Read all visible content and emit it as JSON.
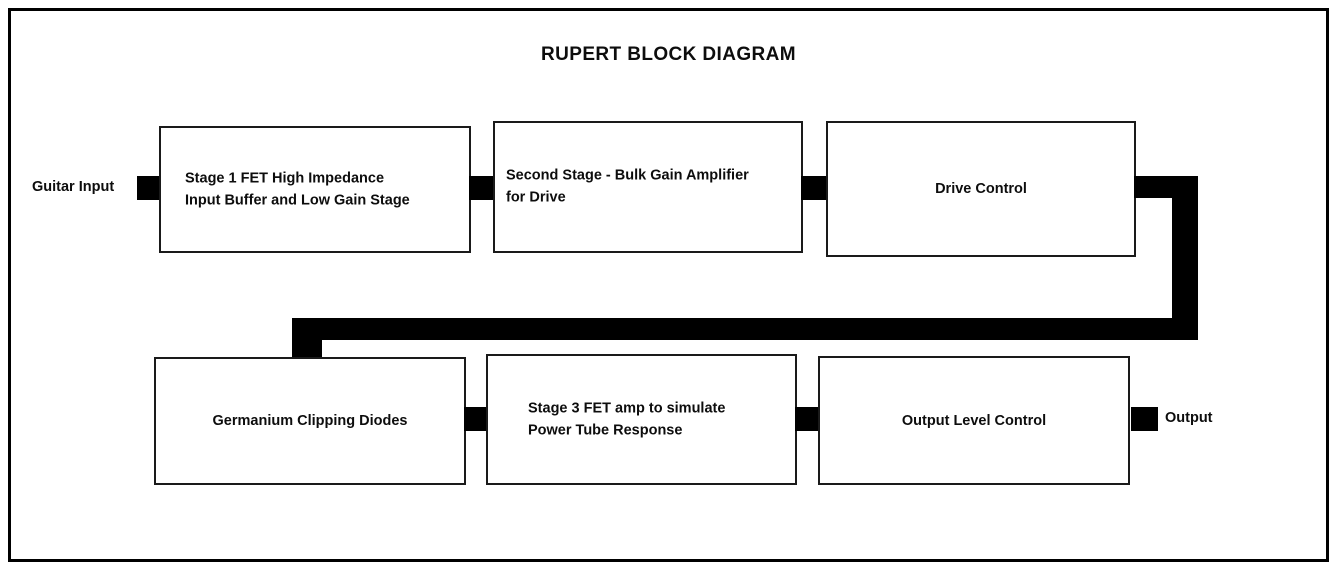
{
  "diagram": {
    "title": "RUPERT BLOCK DIAGRAM",
    "frame_color": "#000000",
    "block_border_color": "#1a1a1a",
    "connector_color": "#000000",
    "background_color": "#ffffff",
    "io": {
      "input_label": "Guitar Input",
      "output_label": "Output"
    },
    "blocks": [
      {
        "id": "stage1",
        "label": "Stage 1 FET High Impedance\nInput Buffer and Low Gain Stage",
        "align": "left"
      },
      {
        "id": "stage2",
        "label": "Second Stage - Bulk Gain Amplifier\nfor Drive",
        "align": "left"
      },
      {
        "id": "drive",
        "label": "Drive Control",
        "align": "center"
      },
      {
        "id": "diodes",
        "label": "Germanium Clipping Diodes",
        "align": "center"
      },
      {
        "id": "stage3",
        "label": "Stage 3 FET amp to simulate\nPower Tube Response",
        "align": "left"
      },
      {
        "id": "output",
        "label": "Output Level Control",
        "align": "center"
      }
    ],
    "signal_flow": [
      "Guitar Input",
      "Stage 1 FET High Impedance Input Buffer and Low Gain Stage",
      "Second Stage - Bulk Gain Amplifier for Drive",
      "Drive Control",
      "Germanium Clipping Diodes",
      "Stage 3 FET amp to simulate Power Tube Response",
      "Output Level Control",
      "Output"
    ]
  }
}
